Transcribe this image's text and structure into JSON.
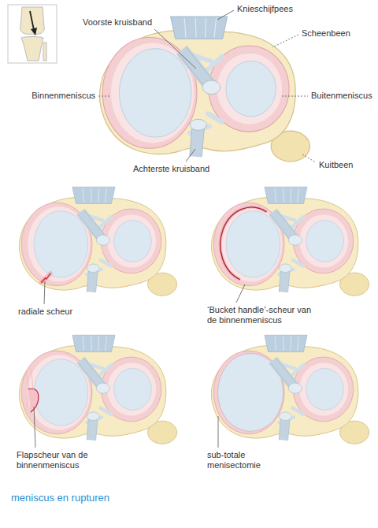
{
  "diagram": {
    "caption": "meniscus en rupturen",
    "labels": [
      "Knieschijfpees",
      "Voorste kruisband",
      "Scheenbeen",
      "Binnenmeniscus",
      "Buitenmeniscus",
      "Kuitbeen",
      "Achterste kruisband",
      "radiale scheur",
      "‘Bucket handle’-scheur van de binnenmeniscus",
      "Flapscheur van de binnenmeniscus",
      "sub-totale menisectomie"
    ]
  }
}
